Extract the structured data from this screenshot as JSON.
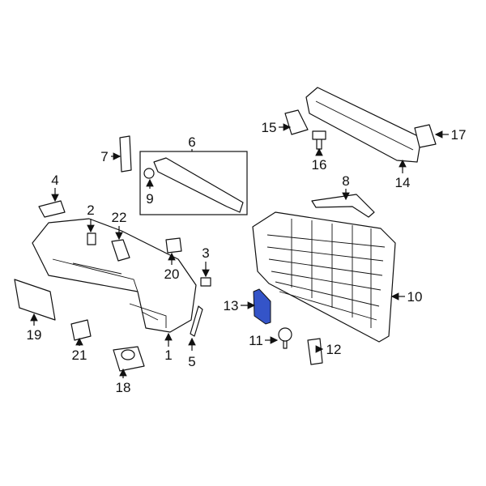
{
  "highlight_color": "#3454c8",
  "highlighted_part": "13",
  "callouts": [
    "1",
    "2",
    "3",
    "4",
    "5",
    "6",
    "7",
    "8",
    "9",
    "10",
    "11",
    "12",
    "13",
    "14",
    "15",
    "16",
    "17",
    "18",
    "19",
    "20",
    "21",
    "22"
  ]
}
